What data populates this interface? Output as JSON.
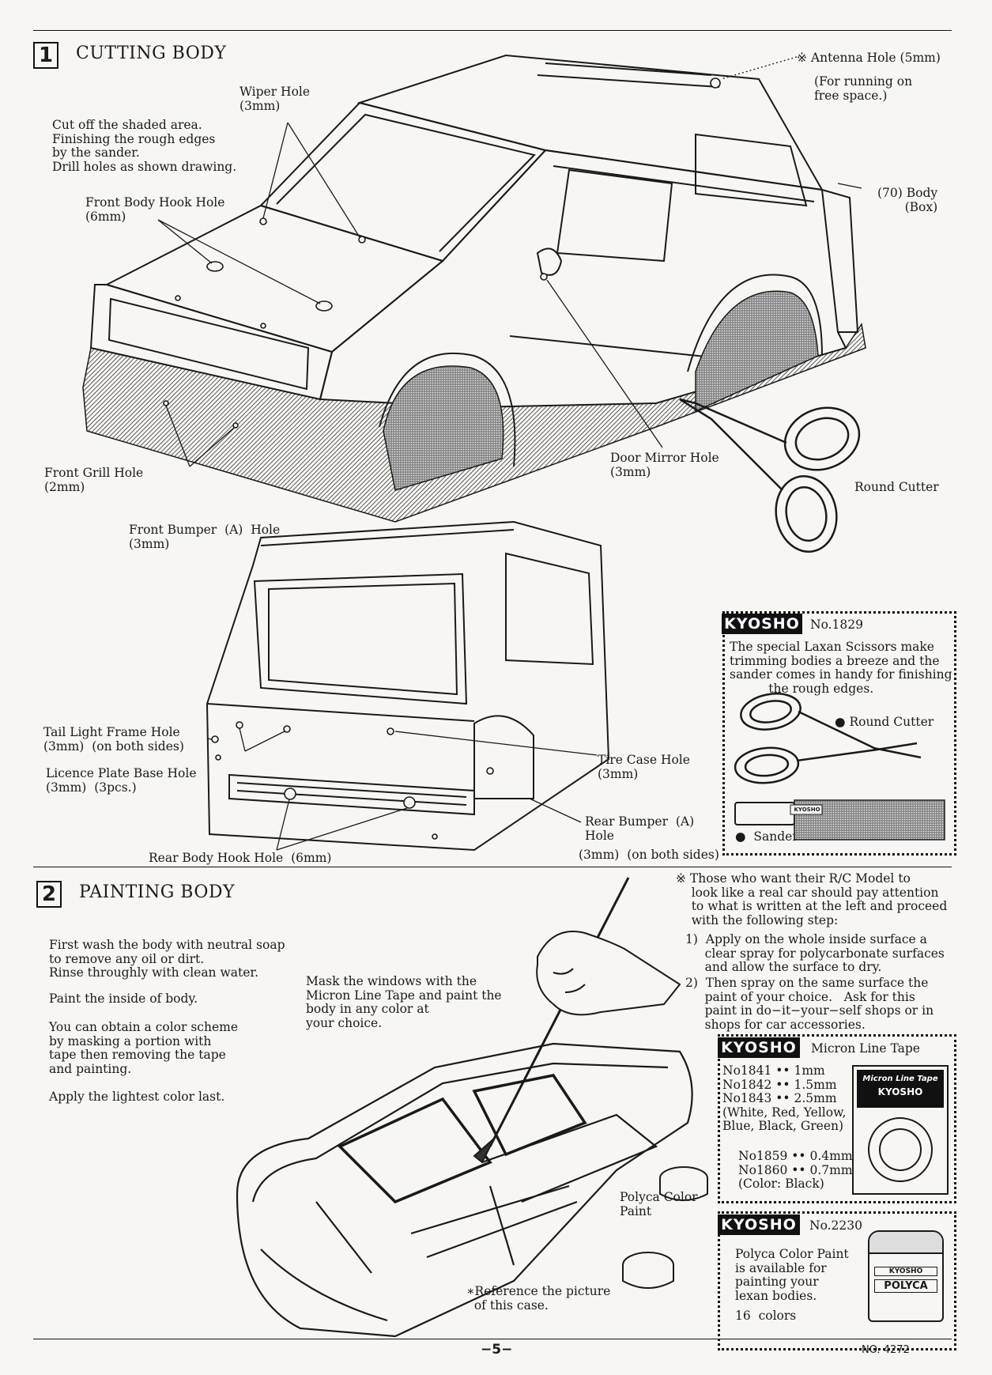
{
  "section1": {
    "number": "1",
    "title": "CUTTING BODY",
    "intro": "Cut off the shaded area.\nFinishing the rough edges\nby the sander.\nDrill holes as shown drawing.",
    "labels": {
      "antenna": "※ Antenna Hole (5mm)",
      "antenna_note": "(For running on\nfree space.)",
      "wiper": "Wiper Hole\n(3mm)",
      "front_body_hook": "Front Body Hook Hole\n(6mm)",
      "body_box": "(70) Body\n(Box)",
      "front_grill": "Front Grill Hole\n(2mm)",
      "front_bumper": "Front Bumper  (A)  Hole\n(3mm)",
      "door_mirror": "Door Mirror Hole\n(3mm)",
      "round_cutter": "Round Cutter",
      "tail_light": "Tail Light Frame Hole\n(3mm)  (on both sides)",
      "licence_plate": "Licence Plate Base Hole\n(3mm)  (3pcs.)",
      "tire_case": "Tire Case Hole\n(3mm)",
      "rear_bumper": "Rear Bumper  (A)\nHole",
      "rear_bumper_size": "(3mm)  (on both sides)",
      "rear_body_hook": "Rear Body Hook Hole  (6mm)"
    },
    "promo": {
      "brand": "KYOSHO",
      "number": "No.1829",
      "text": "The special Laxan Scissors make\ntrimming bodies a breeze and the\nsander comes in handy for finishing\n          the rough edges.",
      "item1": "● Round Cutter",
      "item2": "●  Sander",
      "sander_label": "KYOSHO"
    }
  },
  "section2": {
    "number": "2",
    "title": "PAINTING BODY",
    "p1": "First wash the body with neutral soap\nto remove any oil or dirt.\nRinse throughly with clean water.",
    "p2": "Paint the inside of body.",
    "p3": "You can obtain a color scheme\nby masking a portion with\ntape then removing the tape\nand painting.",
    "p4": "Apply the lightest color last.",
    "mask_note": "Mask the windows with the\nMicron Line Tape and paint the\nbody in any color at\nyour choice.",
    "real_car_note": "※ Those who want their R∕C Model to\n    look like a real car should pay attention\n    to what is written at the left and proceed\n    with the following step:",
    "step1": "1)  Apply on the whole inside surface a\n     clear spray for polycarbonate surfaces\n     and allow the surface to dry.",
    "step2": "2)  Then spray on the same surface the\n     paint of your choice.   Ask for this\n     paint in do−it−your−self shops or in\n     shops for car accessories.",
    "polyca_label": "Polyca Color\nPaint",
    "reference": "∗Reference the picture\n  of this case.",
    "tape_promo": {
      "brand": "KYOSHO",
      "title": "Micron Line Tape",
      "list1": "No1841 •• 1mm\nNo1842 •• 1.5mm\nNo1843 •• 2.5mm\n(White, Red, Yellow,\nBlue, Black, Green)",
      "list2": "No1859 •• 0.4mm\nNo1860 •• 0.7mm\n(Color: Black)",
      "package_title": "Micron Line Tape",
      "package_brand": "KYOSHO"
    },
    "paint_promo": {
      "brand": "KYOSHO",
      "number": "No.2230",
      "text": "Polyca Color Paint\nis available for\npainting your\nlexan bodies.",
      "colors": "16  colors",
      "jar_brand": "KYOSHO",
      "jar_label": "POLYCA"
    }
  },
  "footer": {
    "page": "−5−",
    "doc_no": "NO. 4272"
  }
}
